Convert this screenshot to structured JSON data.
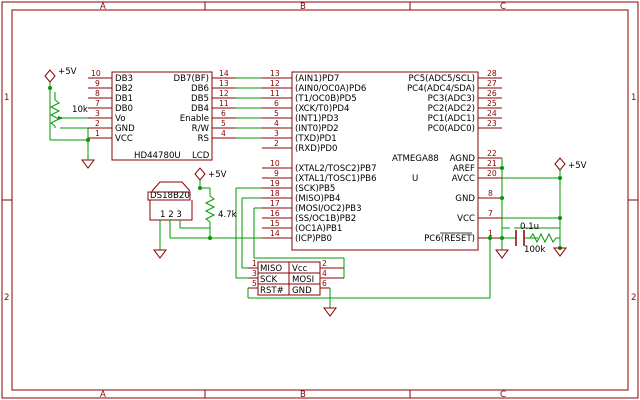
{
  "frame": {
    "cols": [
      "A",
      "B",
      "C"
    ],
    "rows": [
      "1",
      "2"
    ]
  },
  "lcd": {
    "pins_left": [
      {
        "num": "10",
        "name": "DB3"
      },
      {
        "num": "9",
        "name": "DB2"
      },
      {
        "num": "8",
        "name": "DB1"
      },
      {
        "num": "7",
        "name": "DB0"
      },
      {
        "num": "3",
        "name": "Vo"
      },
      {
        "num": "2",
        "name": "GND"
      },
      {
        "num": "1",
        "name": "VCC"
      }
    ],
    "pins_right": [
      {
        "num": "14",
        "name": "DB7(BF)"
      },
      {
        "num": "13",
        "name": "DB6"
      },
      {
        "num": "12",
        "name": "DB5"
      },
      {
        "num": "11",
        "name": "DB4"
      },
      {
        "num": "6",
        "name": "Enable"
      },
      {
        "num": "5",
        "name": "R/W"
      },
      {
        "num": "4",
        "name": "RS"
      }
    ],
    "part": "HD44780U",
    "ref": "LCD"
  },
  "mcu": {
    "pins_left": [
      {
        "num": "13",
        "name": "(AIN1)PD7"
      },
      {
        "num": "12",
        "name": "(AIN0/OC0A)PD6"
      },
      {
        "num": "11",
        "name": "(T1/OC0B)PD5"
      },
      {
        "num": "6",
        "name": "(XCK/T0)PD4"
      },
      {
        "num": "5",
        "name": "(INT1)PD3"
      },
      {
        "num": "4",
        "name": "(INT0)PD2"
      },
      {
        "num": "3",
        "name": "(TXD)PD1"
      },
      {
        "num": "2",
        "name": "(RXD)PD0"
      },
      {
        "num": "10",
        "name": "(XTAL2/TOSC2)PB7"
      },
      {
        "num": "9",
        "name": "(XTAL1/TOSC1)PB6"
      },
      {
        "num": "19",
        "name": "(SCK)PB5"
      },
      {
        "num": "18",
        "name": "(MISO)PB4"
      },
      {
        "num": "17",
        "name": "(MOSI/OC2)PB3"
      },
      {
        "num": "16",
        "name": "(SS/OC1B)PB2"
      },
      {
        "num": "15",
        "name": "(OC1A)PB1"
      },
      {
        "num": "14",
        "name": "(ICP)PB0"
      }
    ],
    "pins_right_top": [
      {
        "num": "28",
        "name": "PC5(ADC5/SCL)"
      },
      {
        "num": "27",
        "name": "PC4(ADC4/SDA)"
      },
      {
        "num": "26",
        "name": "PC3(ADC3)"
      },
      {
        "num": "25",
        "name": "PC2(ADC2)"
      },
      {
        "num": "24",
        "name": "PC1(ADC1)"
      },
      {
        "num": "23",
        "name": "PC0(ADC0)"
      }
    ],
    "pins_right_bottom": [
      {
        "num": "22",
        "name": "AGND"
      },
      {
        "num": "21",
        "name": "AREF"
      },
      {
        "num": "20",
        "name": "AVCC"
      },
      {
        "num": "8",
        "name": "GND"
      },
      {
        "num": "7",
        "name": "VCC"
      },
      {
        "num": "1",
        "name": "PC6(RESET)"
      }
    ],
    "part": "ATMEGA88",
    "ref": "U"
  },
  "isp": {
    "cells": [
      "MISO",
      "Vcc",
      "SCK",
      "MOSI",
      "RST#",
      "GND"
    ],
    "pins_right": [
      "2",
      "4",
      "6"
    ],
    "pins_left": [
      "1",
      "3",
      "5"
    ]
  },
  "sensor": {
    "name": "DS18B20",
    "pins": "1 2 3"
  },
  "power": {
    "vcc_label": "+5V"
  },
  "components": {
    "pot": "10k",
    "r_pullup": "4.7k",
    "cap": "0.1u",
    "r_reset": "100k"
  }
}
